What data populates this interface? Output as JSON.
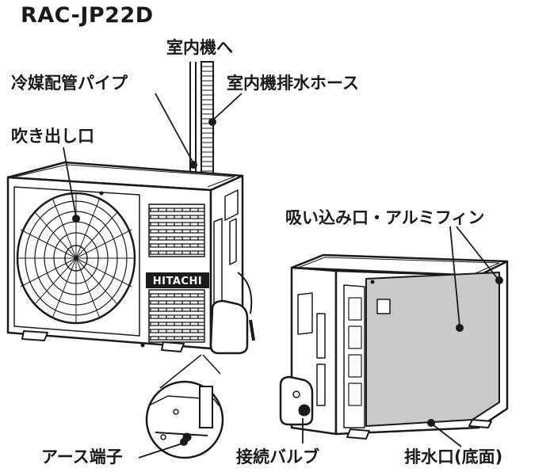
{
  "model": "RAC-JP22D",
  "labels": {
    "indoor_unit": "室内機へ",
    "refrigerant_pipe": "冷媒配管パイプ",
    "indoor_drain_hose": "室内機排水ホース",
    "air_outlet": "吹き出し口",
    "air_intake": "吸い込み口・アルミフィン",
    "earth_terminal": "アース端子",
    "connection_valve": "接続バルブ",
    "drain_port": "排水口(底面)"
  },
  "brand_logo": "HITACHI",
  "colors": {
    "line": "#1a1a1a",
    "fin_panel": "#c9c9c9",
    "body": "#ffffff"
  }
}
